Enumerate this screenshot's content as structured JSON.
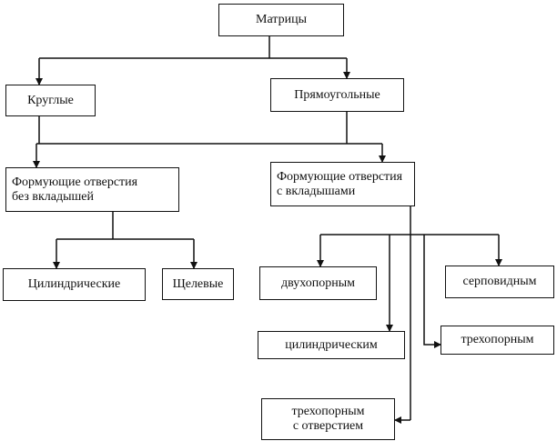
{
  "nodes": {
    "matrices": "Матрицы",
    "round": "Круглые",
    "rectangular": "Прямоугольные",
    "holes_without_inserts": "Формующие отверстия\nбез вкладышей",
    "holes_with_inserts": "Формующие отверстия\nс вкладышами",
    "cylindrical": "Цилиндрические",
    "slotted": "Щелевые",
    "two_support": "двухопорным",
    "sickle_shaped": "серповидным",
    "cylindrical_insert": "цилиндрическим",
    "three_support": "трехопорным",
    "three_support_with_hole": "трехопорным\nс отверстием"
  },
  "colors": {
    "line": "#111111",
    "background": "#ffffff"
  }
}
